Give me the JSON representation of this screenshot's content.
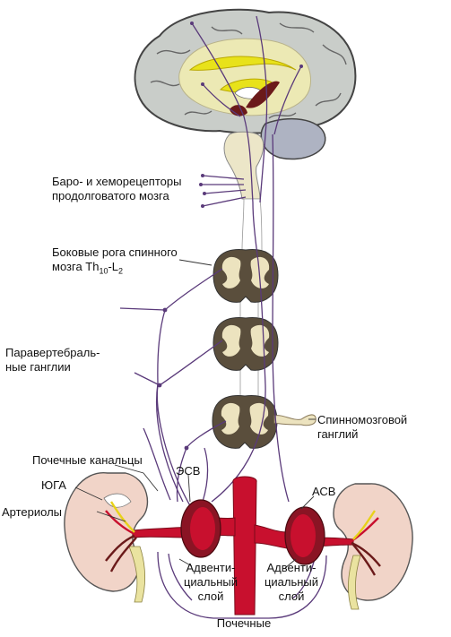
{
  "labels": {
    "baroreceptors_line1": "Баро- и хеморецепторы",
    "baroreceptors_line2": "продолговатого мозга",
    "lateral_horns_line1": "Боковые рога спинного",
    "lateral_horns_line2_prefix": "мозга Th",
    "lateral_horns_sub1": "10",
    "lateral_horns_mid": "-L",
    "lateral_horns_sub2": "2",
    "paravertebral_line1": "Паравертебраль-",
    "paravertebral_line2": "ные ганглии",
    "spinal_ganglion_line1": "Спинномозговой",
    "spinal_ganglion_line2": "ганглий",
    "renal_tubules": "Почечные канальцы",
    "yuga": "ЮГА",
    "arterioles": "Артериолы",
    "esv": "ЭСВ",
    "asv": "АСВ",
    "adventitial_left_1": "Адвенти-",
    "adventitial_left_2": "циальный",
    "adventitial_left_3": "слой",
    "adventitial_right_1": "Адвенти-",
    "adventitial_right_2": "циальный",
    "adventitial_right_3": "слой",
    "renal": "Почечные"
  },
  "colors": {
    "brain_gray": "#c9cdc9",
    "brain_outline": "#444444",
    "limbic_cream": "#ece9b4",
    "limbic_yellow": "#e8e21a",
    "dark_red": "#6b1a1a",
    "cerebellum": "#aeb3c2",
    "brainstem": "#ece6c8",
    "cord_gray": "#5a4e3c",
    "cord_cream": "#ece3bf",
    "nerve": "#5a3a7a",
    "aorta": "#c8102e",
    "kidney": "#f1d4c8",
    "ureter": "#eae3a0"
  }
}
